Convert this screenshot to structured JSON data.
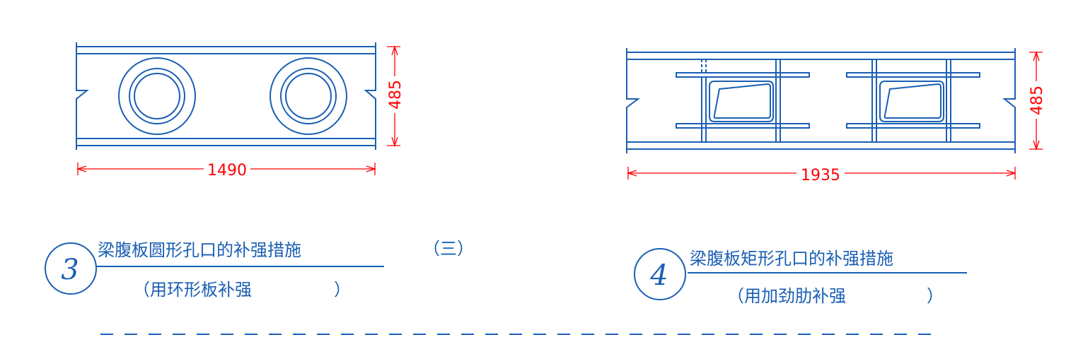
{
  "colors": {
    "structure": "#1a5fb4",
    "dimension": "#ff0000",
    "background": "#ffffff"
  },
  "detail_3": {
    "number": "3",
    "title": "梁腹板圆形孔口的补强措施",
    "subtitle_open": "（用环形板补强",
    "subtitle_close": "）",
    "width_label": "1490",
    "height_label": "485"
  },
  "detail_4": {
    "number": "4",
    "title": "梁腹板矩形孔口的补强措施",
    "subtitle_open": "（用加劲肋补强",
    "subtitle_close": "）",
    "width_label": "1935",
    "height_label": "485"
  },
  "section_label": "（三）"
}
